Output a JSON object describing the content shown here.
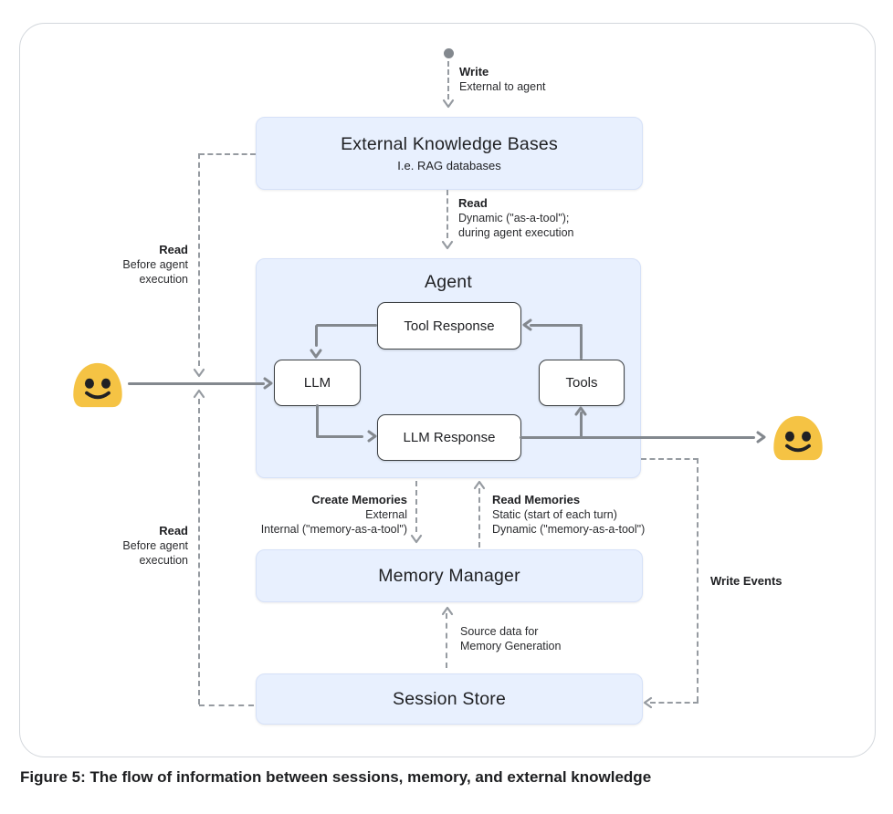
{
  "caption": "Figure 5: The flow of information between sessions, memory, and external knowledge",
  "nodes": {
    "external_knowledge_bases": {
      "title": "External Knowledge Bases",
      "subtitle": "I.e. RAG databases"
    },
    "agent": {
      "title": "Agent"
    },
    "tool_response": {
      "label": "Tool Response"
    },
    "llm": {
      "label": "LLM"
    },
    "tools": {
      "label": "Tools"
    },
    "llm_response": {
      "label": "LLM Response"
    },
    "memory_manager": {
      "title": "Memory Manager"
    },
    "session_store": {
      "title": "Session Store"
    }
  },
  "labels": {
    "write_external": {
      "title": "Write",
      "line1": "External to agent"
    },
    "read_dynamic": {
      "title": "Read",
      "line1": "Dynamic (\"as-a-tool\");",
      "line2": "during agent execution"
    },
    "read_before_top": {
      "title": "Read",
      "line1": "Before agent",
      "line2": "execution"
    },
    "read_before_bottom": {
      "title": "Read",
      "line1": "Before agent",
      "line2": "execution"
    },
    "create_memories": {
      "title": "Create Memories",
      "line1": "External",
      "line2": "Internal (\"memory-as-a-tool\")"
    },
    "read_memories": {
      "title": "Read Memories",
      "line1": "Static (start of each turn)",
      "line2": "Dynamic (\"memory-as-a-tool\")"
    },
    "source_data": {
      "line1": "Source data for",
      "line2": "Memory Generation"
    },
    "write_events": {
      "title": "Write Events"
    }
  },
  "icons": {
    "user_left": "blob-smiley",
    "user_right": "blob-smiley",
    "flow_start": "dot"
  },
  "colors": {
    "node_fill": "#e8f0fe",
    "node_border": "#d6e1f8",
    "white_box_border": "#3c4043",
    "solid_arrow": "#83888e",
    "dashed_arrow": "#969ba1",
    "text": "#202124",
    "emoji_yellow": "#f5c344",
    "card_border": "#d3d7dc"
  }
}
